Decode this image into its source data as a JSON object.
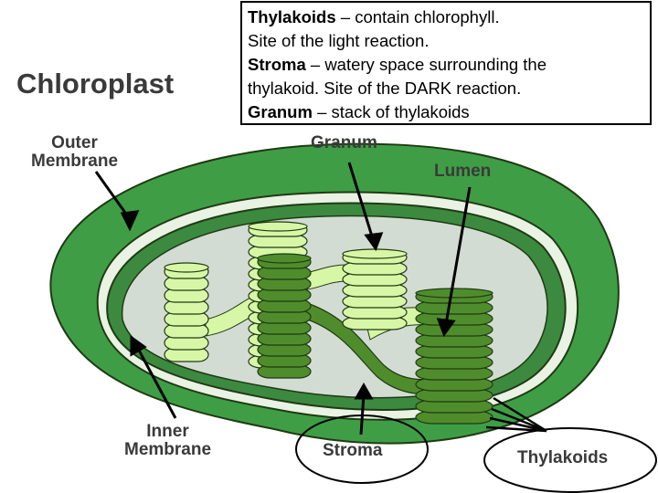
{
  "title": "Chloroplast",
  "info_box": {
    "line1_term": "Thylakoids",
    "line1_rest": " – contain chlorophyll.",
    "line2": "Site of the light reaction.",
    "line3_term": "Stroma",
    "line3_rest": " – watery space surrounding the",
    "line4": "thylakoid.  Site of the DARK reaction.",
    "line5_term": "Granum",
    "line5_rest": " – stack of thylakoids"
  },
  "labels": {
    "outer_membrane_1": "Outer",
    "outer_membrane_2": "Membrane",
    "granum": "Granum",
    "lumen": "Lumen",
    "inner_membrane_1": "Inner",
    "inner_membrane_2": "Membrane",
    "stroma": "Stroma",
    "thylakoids": "Thylakoids"
  },
  "colors": {
    "outer_membrane": "#3f9e45",
    "inner_membrane": "#3c8a3f",
    "stroma": "#d3dcd3",
    "thylakoid_light": "#d8f7a6",
    "thylakoid_dark": "#4f8d2c",
    "outline": "#1f3a14"
  }
}
